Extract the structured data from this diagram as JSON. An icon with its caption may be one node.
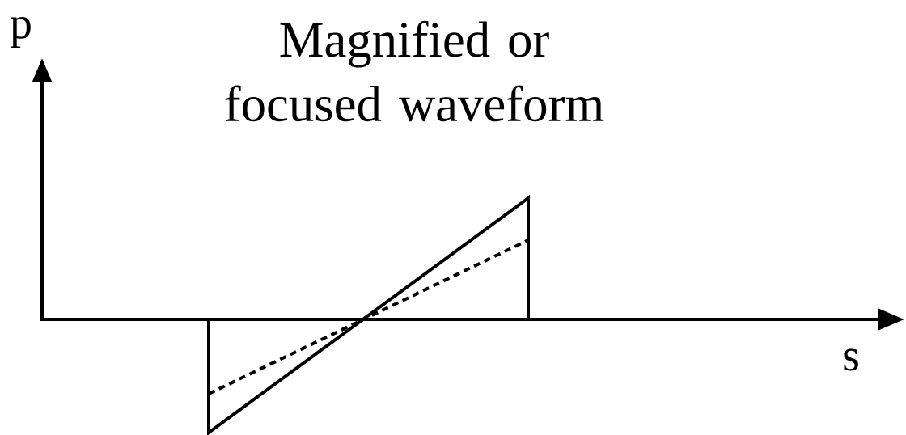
{
  "diagram": {
    "title": "Magnified or focused waveform",
    "labels": [
      "p",
      "s"
    ]
  }
}
